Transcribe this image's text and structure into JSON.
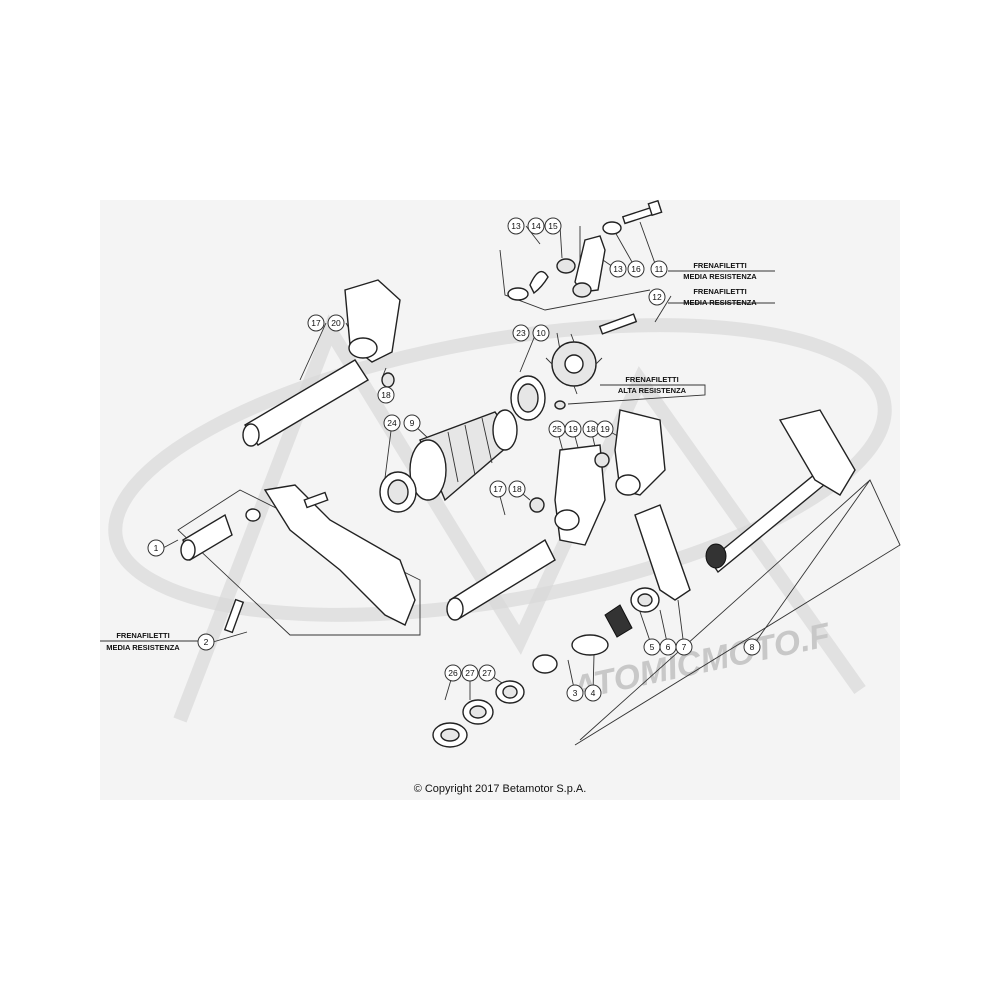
{
  "callouts": [
    "1",
    "2",
    "3",
    "4",
    "5",
    "6",
    "7",
    "8",
    "9",
    "10",
    "11",
    "12",
    "13",
    "13",
    "14",
    "15",
    "16",
    "17",
    "17",
    "18",
    "18",
    "18",
    "19",
    "19",
    "20",
    "23",
    "24",
    "25",
    "26",
    "27",
    "27"
  ],
  "notes": {
    "frenafiletti": "FRENAFILETTI",
    "media_resistenza": "MEDIA RESISTENZA",
    "alta_resistenza": "ALTA RESISTENZA"
  },
  "watermark": "ATOMICMOTO.F",
  "copyright": "© Copyright 2017 Betamotor S.p.A.",
  "colors": {
    "panel": "#f4f4f4",
    "ink": "#222222",
    "watermark": "#c8c8c8"
  }
}
